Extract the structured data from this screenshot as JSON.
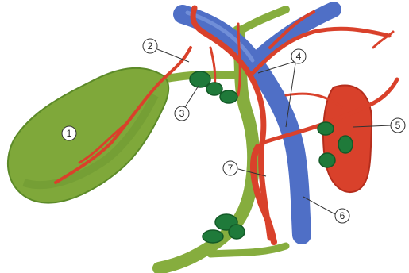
{
  "colors": {
    "background": "#ffffff",
    "gallbladder": "#7fa83a",
    "gallbladder_dark": "#5c8a28",
    "bile_duct": "#86ad3e",
    "artery": "#d9412b",
    "artery_dark": "#b52d1c",
    "vein": "#4f6fc6",
    "vein_light": "#7f9be0",
    "lymph_node": "#1f7a3a",
    "lymph_node_dark": "#135a27",
    "callout_fill": "#ffffff",
    "callout_stroke": "#333333"
  },
  "labels": [
    {
      "id": "1",
      "text": "1"
    },
    {
      "id": "2",
      "text": "2"
    },
    {
      "id": "3",
      "text": "3"
    },
    {
      "id": "4",
      "text": "4"
    },
    {
      "id": "5",
      "text": "5"
    },
    {
      "id": "6",
      "text": "6"
    },
    {
      "id": "7",
      "text": "7"
    }
  ]
}
